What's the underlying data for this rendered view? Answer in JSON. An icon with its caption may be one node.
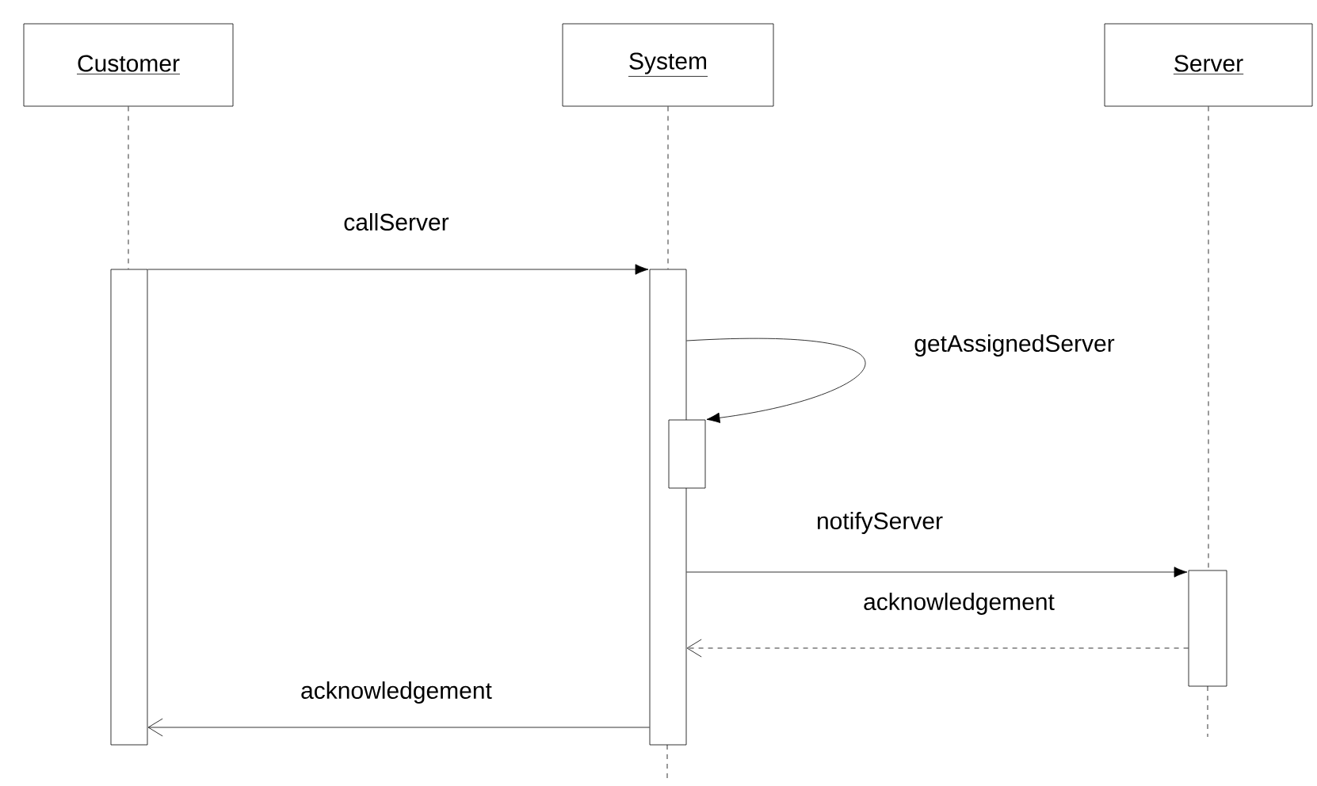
{
  "diagram": {
    "nodes": [
      {
        "text": [
          "Customer"
        ]
      },
      {
        "text": [
          "System"
        ]
      },
      {
        "text": [
          "Server"
        ]
      },
      {
        "text": [],
        "shape": "bar"
      },
      {
        "text": [],
        "shape": "bar"
      },
      {
        "text": [],
        "shape": "bar"
      },
      {
        "text": [],
        "shape": "bar"
      }
    ],
    "edges": [
      {
        "from": 0,
        "to": 3,
        "arrow": "none",
        "style": "dashed"
      },
      {
        "from": 1,
        "to": 4,
        "arrow": "none",
        "style": "dashed"
      },
      {
        "from": 2,
        "to": 6,
        "arrow": "none",
        "style": "dashed"
      },
      {
        "from": 3,
        "to": 4,
        "arrow": "to",
        "label": "callServer"
      },
      {
        "from": 4,
        "to": 5,
        "arrow": "to",
        "label": "getAssignedServer"
      },
      {
        "from": 4,
        "to": 6,
        "arrow": "to",
        "label": "notifyServer"
      },
      {
        "from": 6,
        "to": 4,
        "arrow": "to",
        "style": "dashed",
        "label": "acknowledgement"
      },
      {
        "from": 4,
        "to": 3,
        "arrow": "to",
        "label": "acknowledgement"
      }
    ]
  }
}
